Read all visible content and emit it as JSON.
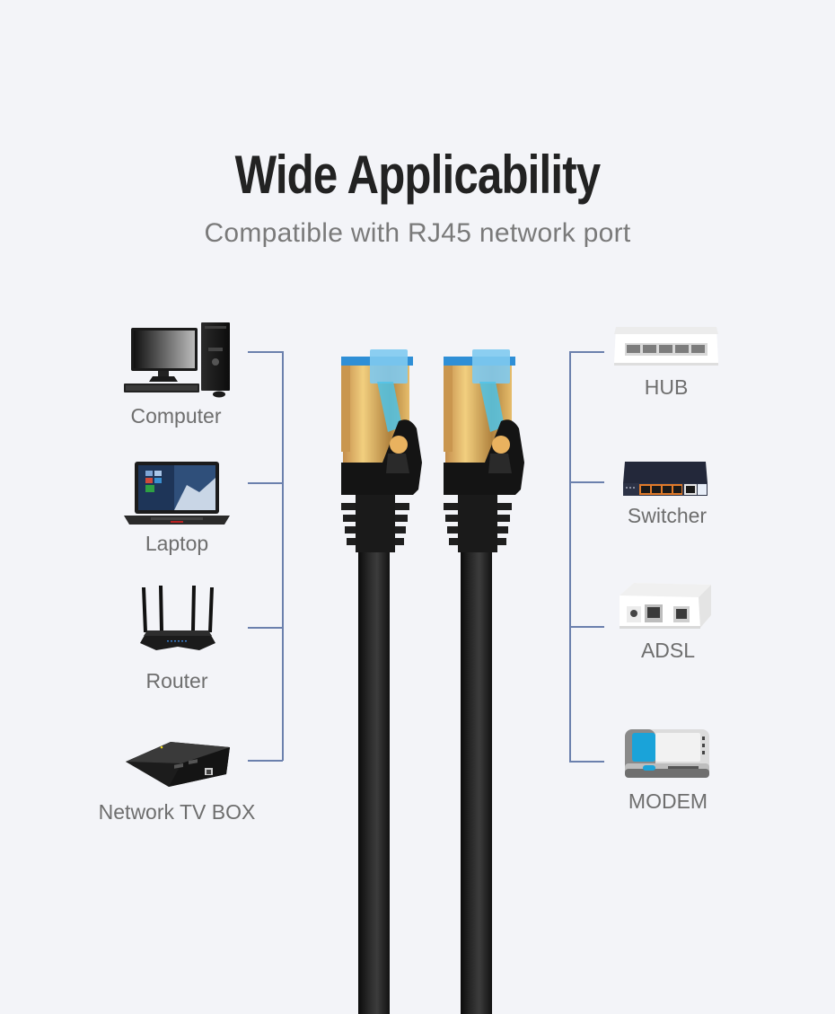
{
  "header": {
    "title": "Wide Applicability",
    "subtitle": "Compatible with RJ45 network port"
  },
  "left_devices": [
    {
      "label": "Computer",
      "icon": "desktop-computer-icon"
    },
    {
      "label": "Laptop",
      "icon": "laptop-icon"
    },
    {
      "label": "Router",
      "icon": "wifi-router-icon"
    },
    {
      "label": "Network TV BOX",
      "icon": "tv-box-icon"
    }
  ],
  "right_devices": [
    {
      "label": "HUB",
      "icon": "hub-icon"
    },
    {
      "label": "Switcher",
      "icon": "network-switch-icon"
    },
    {
      "label": "ADSL",
      "icon": "adsl-splitter-icon"
    },
    {
      "label": "MODEM",
      "icon": "modem-icon"
    }
  ],
  "product": {
    "name": "RJ45 ethernet cable",
    "connector_count": 2
  },
  "colors": {
    "background": "#f3f4f8",
    "title": "#222222",
    "subtitle": "#7a7a7a",
    "label": "#6e6e6e",
    "bracket": "#6b80ad",
    "cable": "#111111",
    "plug_gold": "#d9a653",
    "plug_clip_blue": "#3aa6e0"
  }
}
